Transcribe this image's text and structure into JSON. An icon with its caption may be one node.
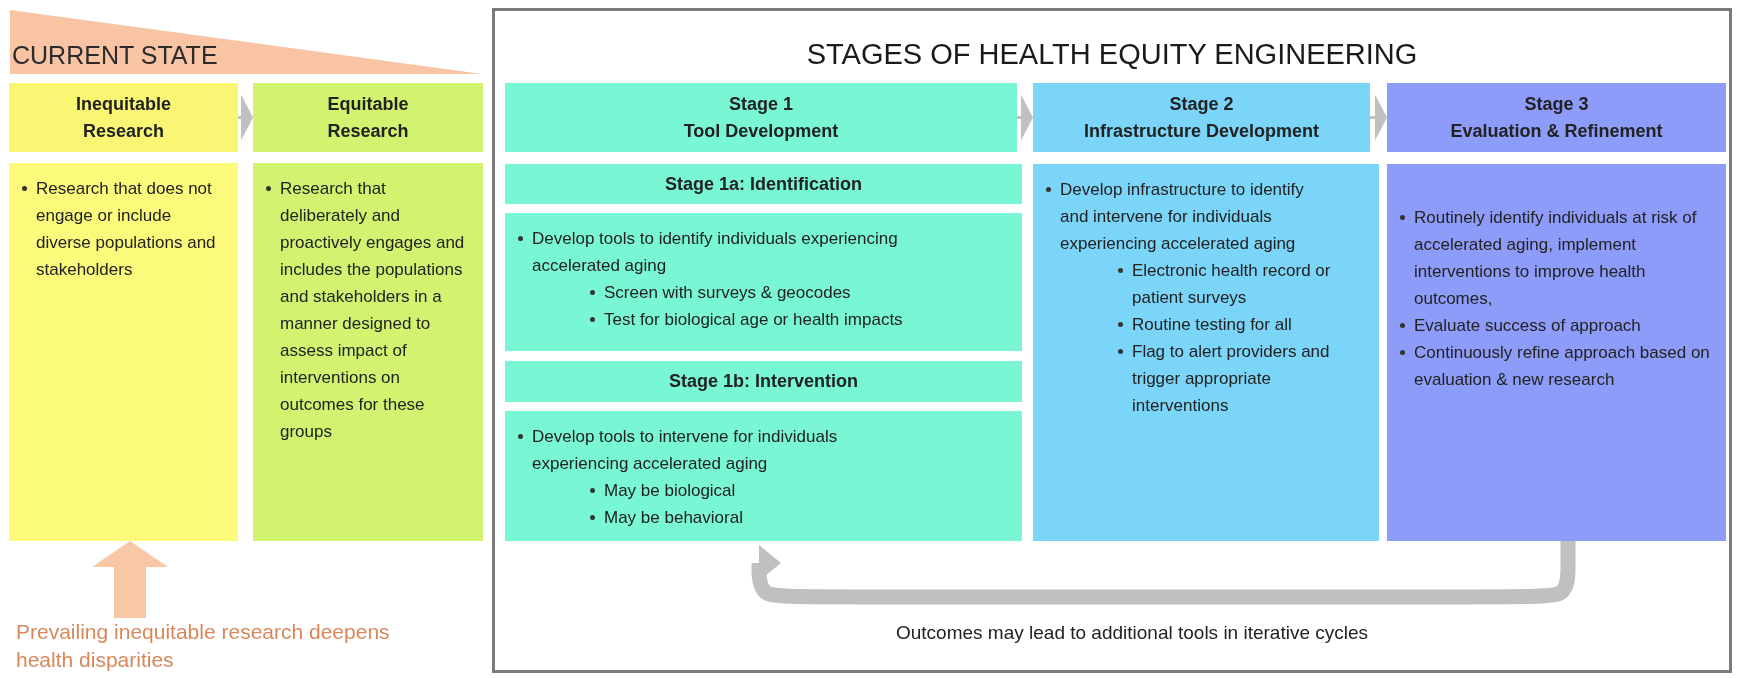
{
  "diagram": {
    "nodes": [
      {
        "text": [
          "CURRENT STATE"
        ]
      },
      {
        "text": [
          "Inequitable Research"
        ]
      },
      {
        "text": [
          "Research that does not engage or include diverse populations and stakeholders"
        ]
      },
      {
        "text": [
          "Equitable Research"
        ]
      },
      {
        "text": [
          "Research that deliberately and proactively engages and includes the populations and stakeholders in a manner designed to assess impact of interventions on outcomes for these groups"
        ]
      },
      {
        "text": [
          "Prevailing inequitable research deepens health disparities"
        ]
      },
      {
        "text": [
          "STAGES OF HEALTH EQUITY ENGINEERING"
        ]
      },
      {
        "text": [
          "Stage 1",
          "Tool Development"
        ],
        "in": 6
      },
      {
        "text": [
          "Stage 1a: Identification"
        ],
        "in": 6
      },
      {
        "text": [
          "Develop tools to identify individuals experiencing accelerated aging",
          "Screen with surveys & geocodes",
          "Test for biological age or health impacts"
        ],
        "in": 6
      },
      {
        "text": [
          "Stage 1b: Intervention"
        ],
        "in": 6
      },
      {
        "text": [
          "Develop tools to intervene for individuals experiencing accelerated aging",
          "May be biological",
          "May be behavioral"
        ],
        "in": 6
      },
      {
        "text": [
          "Stage 2",
          "Infrastructure Development"
        ],
        "in": 6
      },
      {
        "text": [
          "Develop infrastructure to identify and intervene for individuals experiencing accelerated aging",
          "Electronic health record or patient surveys",
          "Routine testing for all",
          "Flag to alert providers and trigger appropriate interventions"
        ],
        "in": 6
      },
      {
        "text": [
          "Stage 3",
          "Evaluation & Refinement"
        ],
        "in": 6
      },
      {
        "text": [
          "Routinely identify individuals at risk of accelerated aging, implement interventions to improve health outcomes,",
          "Evaluate success of approach",
          "Continuously refine approach based on evaluation & new research"
        ],
        "in": 6
      }
    ],
    "edges": [
      {
        "from": 1,
        "to": 3,
        "arrow": "to"
      },
      {
        "from": 5,
        "to": 2,
        "arrow": "to",
        "style": "thick",
        "color": "#f8c7a5"
      },
      {
        "from": 7,
        "to": 12,
        "arrow": "to"
      },
      {
        "from": 12,
        "to": 14,
        "arrow": "to"
      },
      {
        "from": 15,
        "to": 11,
        "arrow": "to",
        "style": "thick",
        "label": "Outcomes may lead to additional tools in iterative cycles"
      }
    ]
  }
}
